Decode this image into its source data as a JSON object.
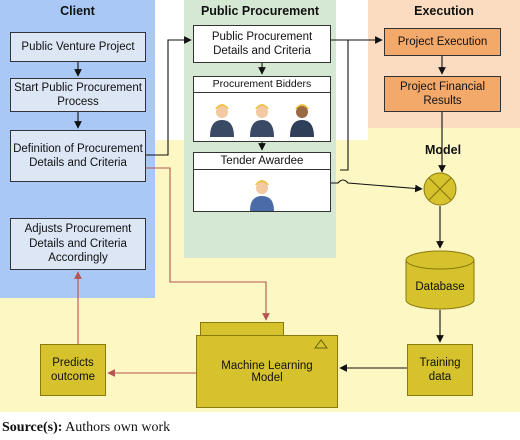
{
  "panels": {
    "client": "Client",
    "public_procurement": "Public Procurement",
    "execution": "Execution",
    "model": "Model"
  },
  "client": {
    "public_venture_project": "Public Venture Project",
    "start_process": "Start Public Procurement Process",
    "definition": "Definition of Procurement Details and Criteria",
    "adjusts": "Adjusts Procurement Details and Criteria Accordingly"
  },
  "procurement": {
    "details_criteria": "Public Procurement Details and Criteria",
    "bidders": "Procurement Bidders",
    "awardee": "Tender Awardee"
  },
  "execution": {
    "project_execution": "Project Execution",
    "financial_results": "Project Financial Results"
  },
  "model": {
    "database": "Database",
    "training_data": "Training data",
    "ml_model": "Machine Learning Model",
    "predicts": "Predicts outcome"
  },
  "caption": {
    "label": "Source(s):",
    "text": " Authors own work"
  },
  "colors": {
    "client_bg": "#a9c8f5",
    "procurement_bg": "#d5e8d4",
    "execution_bg": "#fbdcc0",
    "model_bg": "#fdf7c4",
    "arrow_red": "#b85450"
  }
}
